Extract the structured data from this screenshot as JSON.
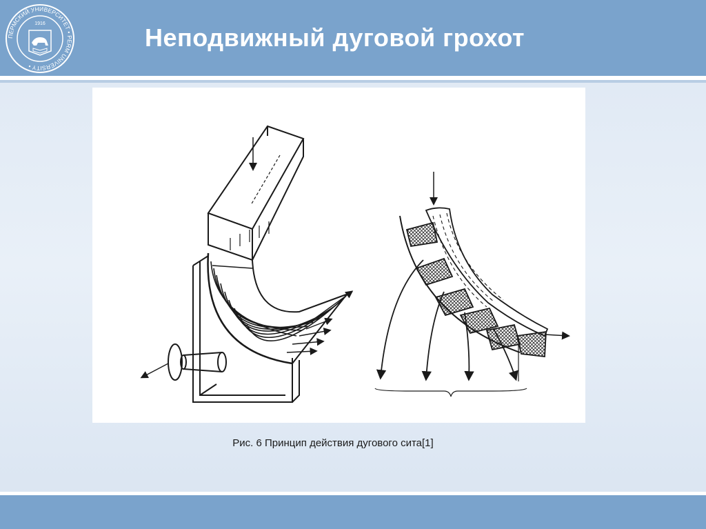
{
  "slide": {
    "title": "Неподвижный дуговой грохот",
    "caption": "Рис. 6 Принцип действия дугового сита[1]"
  },
  "logo": {
    "ring_text": "ПЕРМСКИЙ УНИВЕРСИТЕТ • PERM UNIVERSITY •",
    "year": "1916"
  },
  "colors": {
    "header": "#7aa3cc",
    "figure_bg": "#ffffff",
    "ink": "#1a1a1a"
  }
}
